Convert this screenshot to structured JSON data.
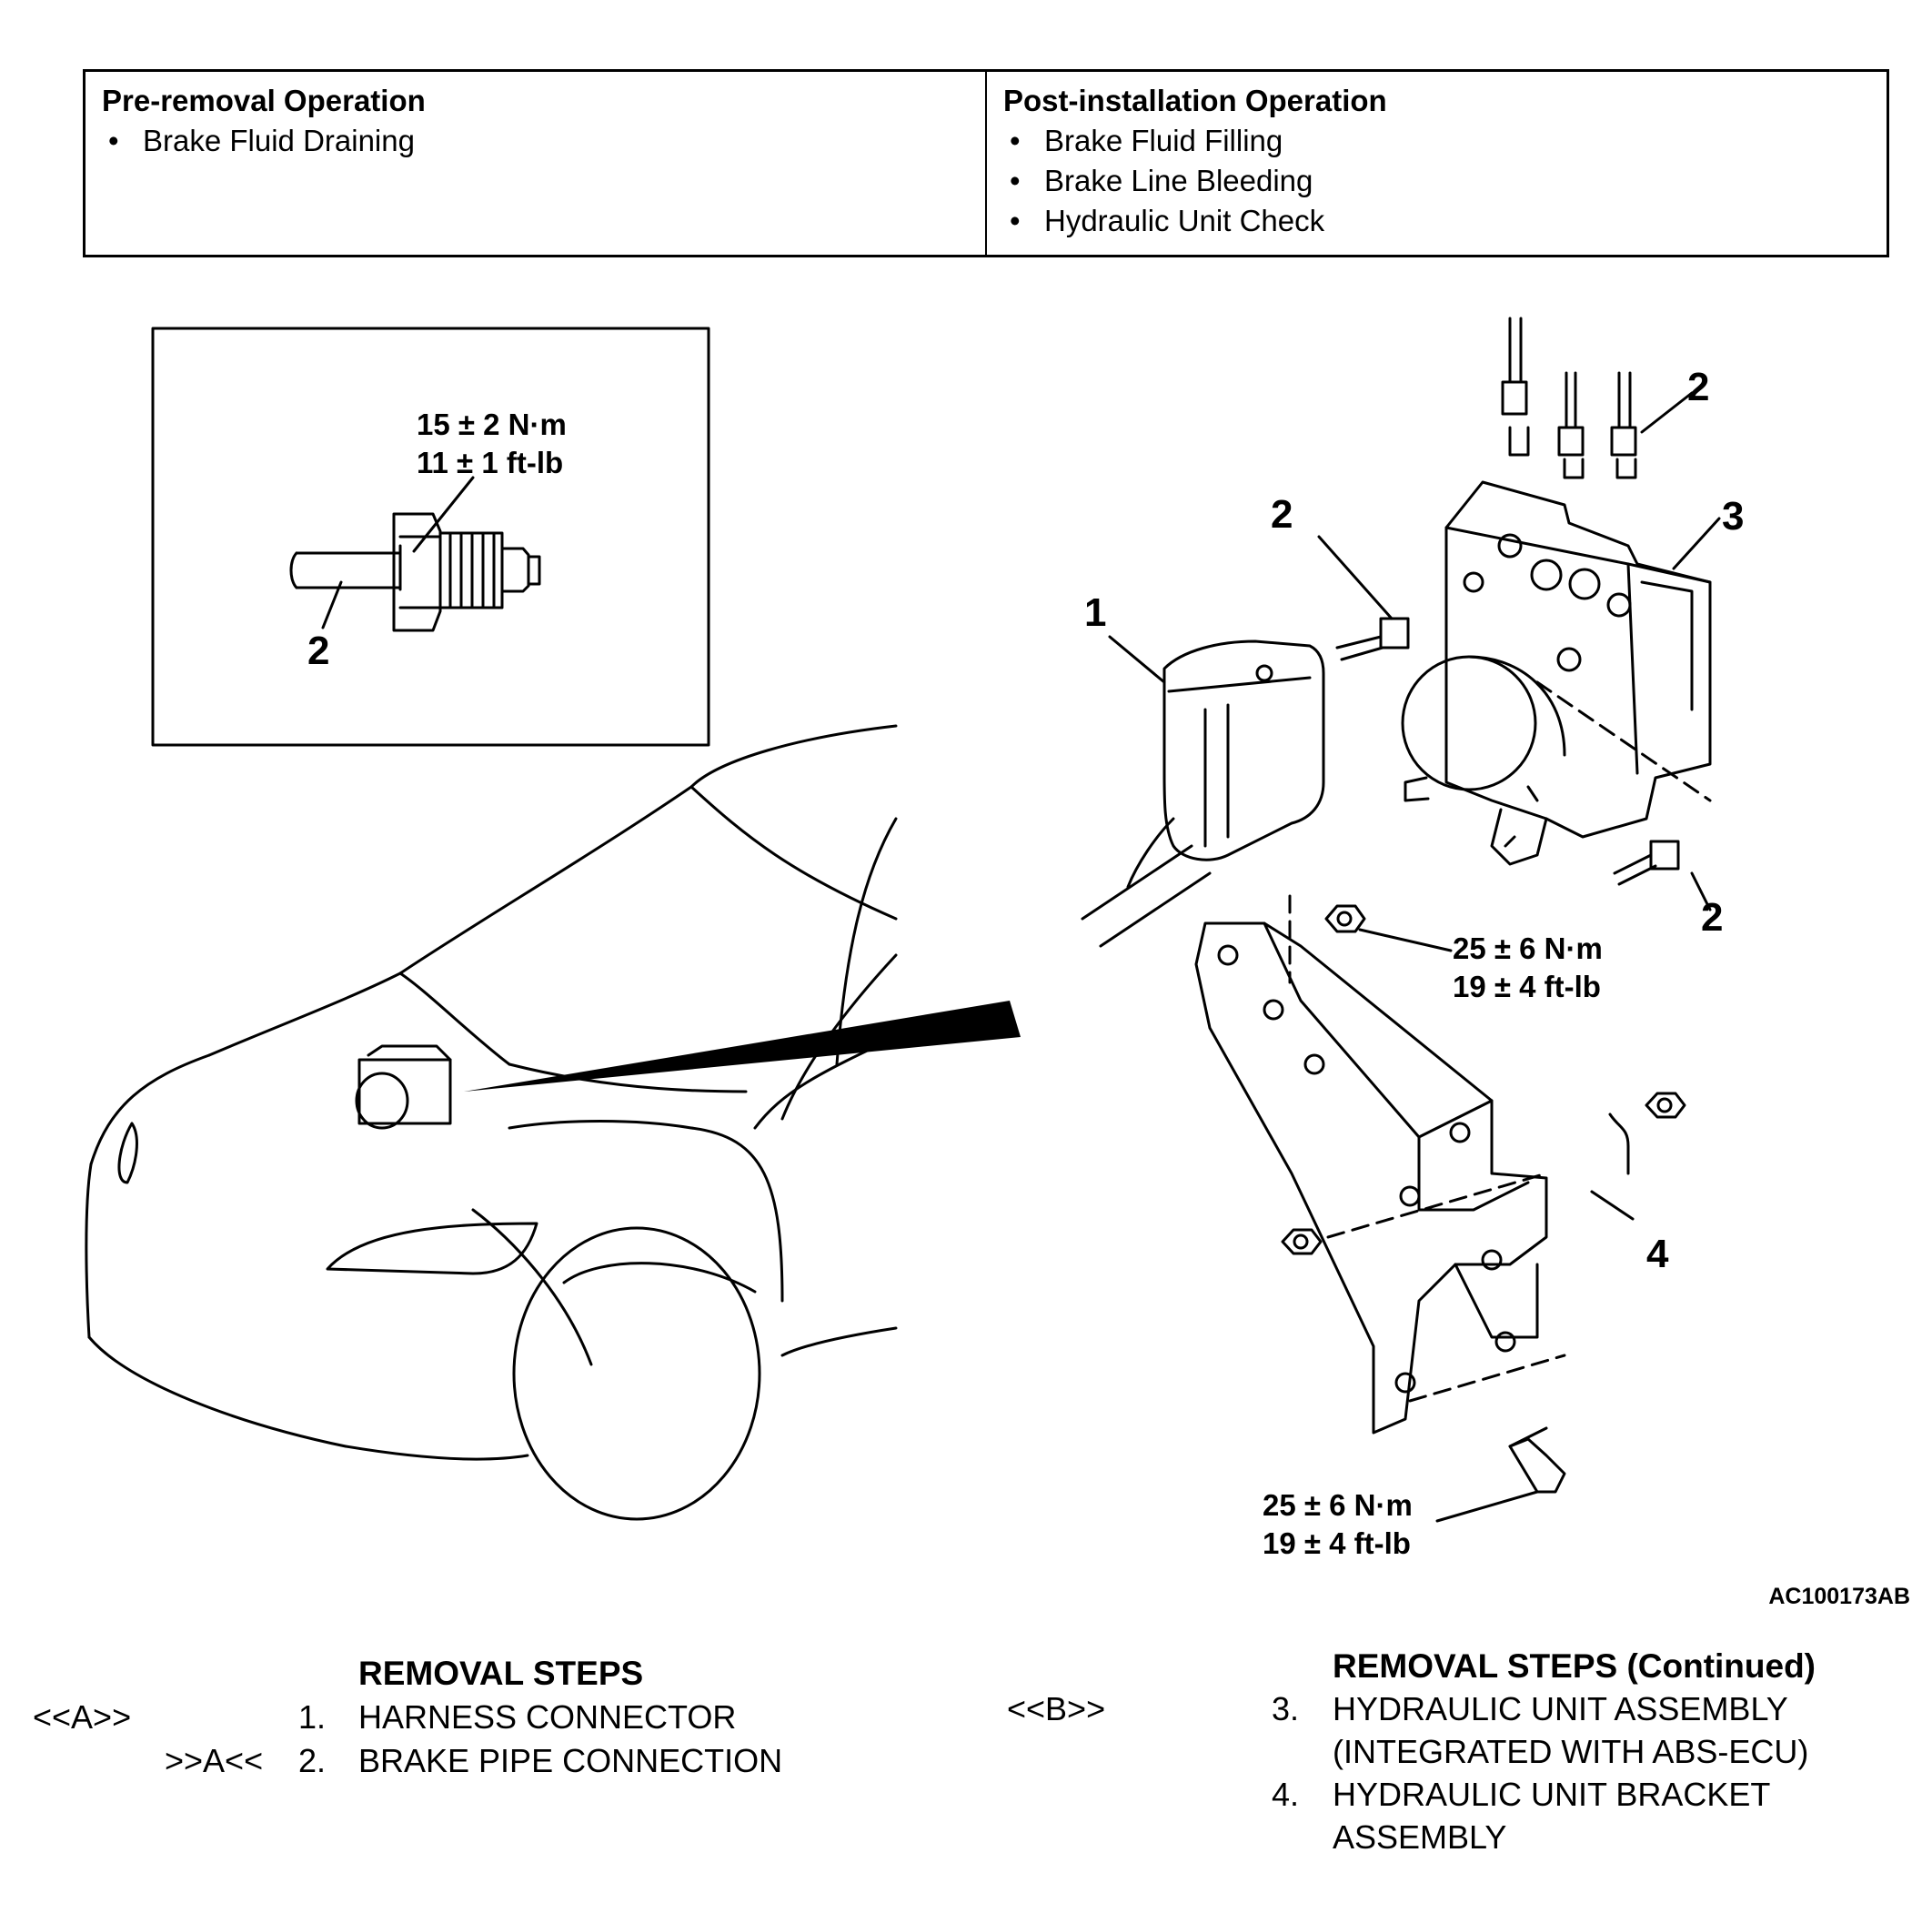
{
  "operations": {
    "pre": {
      "heading": "Pre-removal Operation",
      "items": [
        "Brake Fluid Draining"
      ]
    },
    "post": {
      "heading": "Post-installation Operation",
      "items": [
        "Brake Fluid Filling",
        "Brake Line Bleeding",
        "Hydraulic Unit Check"
      ]
    }
  },
  "figure": {
    "inset_torque_nm": "15 ± 2 N·m",
    "inset_torque_ftlb": "11 ± 1 ft-lb",
    "inset_callout": "2",
    "torque_nm": "25 ± 6 N·m",
    "torque_ftlb": "19 ± 4 ft-lb",
    "callouts": [
      "1",
      "2",
      "3",
      "4"
    ],
    "figure_id": "AC100173AB"
  },
  "removal_steps": {
    "heading": "REMOVAL STEPS",
    "heading_continued": "REMOVAL STEPS (Continued)",
    "steps": [
      {
        "num": "1.",
        "marker": "<<A>>",
        "text": "HARNESS CONNECTOR"
      },
      {
        "num": "2.",
        "marker": ">>A<<",
        "text": "BRAKE PIPE CONNECTION"
      },
      {
        "num": "3.",
        "marker": "<<B>>",
        "line1": "HYDRAULIC UNIT ASSEMBLY",
        "line2": "(INTEGRATED WITH ABS-ECU)"
      },
      {
        "num": "4.",
        "line1": "HYDRAULIC UNIT BRACKET",
        "line2": "ASSEMBLY"
      }
    ]
  }
}
